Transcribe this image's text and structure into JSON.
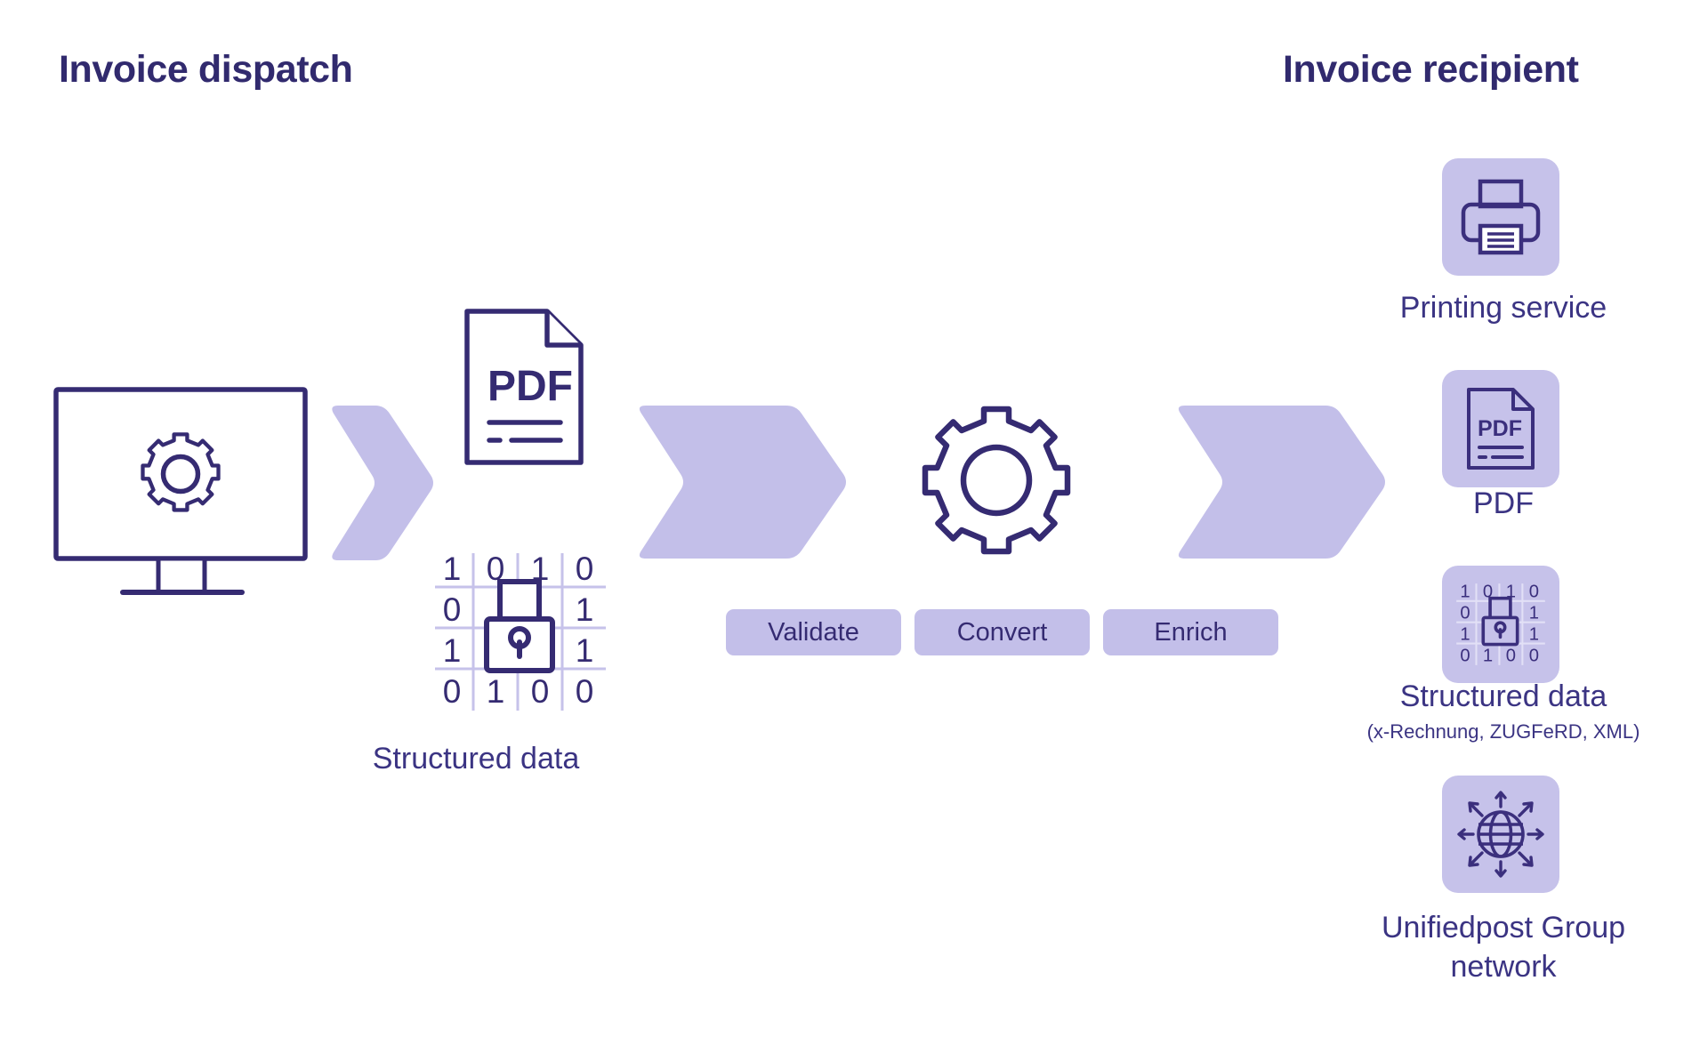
{
  "colors": {
    "ink": "#352b72",
    "accent_light": "#c3bfe9",
    "tile_bg": "#c6c2ea",
    "grid_line": "#c6c2ea",
    "background": "#ffffff"
  },
  "headings": {
    "left": "Invoice dispatch",
    "right": "Invoice recipient"
  },
  "dispatch": {
    "monitor_icon": "monitor-gear-icon",
    "pdf_icon": "pdf-document-icon",
    "pdf_label": "PDF",
    "structured_data_icon": "binary-lock-icon",
    "structured_data_label": "Structured data",
    "binary_grid": [
      [
        "1",
        "0",
        "1",
        "0"
      ],
      [
        "0",
        "",
        "",
        "1"
      ],
      [
        "1",
        "",
        "",
        "1"
      ],
      [
        "0",
        "1",
        "0",
        "0"
      ]
    ]
  },
  "process": {
    "gear_icon": "gear-icon",
    "steps": [
      {
        "label": "Validate"
      },
      {
        "label": "Convert"
      },
      {
        "label": "Enrich"
      }
    ],
    "arrows": [
      {
        "name": "chevron-arrow-1"
      },
      {
        "name": "chevron-arrow-2"
      },
      {
        "name": "chevron-arrow-3"
      }
    ]
  },
  "recipient": {
    "items": [
      {
        "icon": "printer-icon",
        "label": "Printing service",
        "sublabel": ""
      },
      {
        "icon": "pdf-document-icon",
        "label": "PDF",
        "sublabel": "",
        "doc_text": "PDF"
      },
      {
        "icon": "binary-lock-icon",
        "label": "Structured data",
        "sublabel": "(x-Rechnung, ZUGFeRD, XML)"
      },
      {
        "icon": "globe-network-icon",
        "label_line1": "Unifiedpost Group",
        "label_line2": "network",
        "sublabel": ""
      }
    ]
  }
}
